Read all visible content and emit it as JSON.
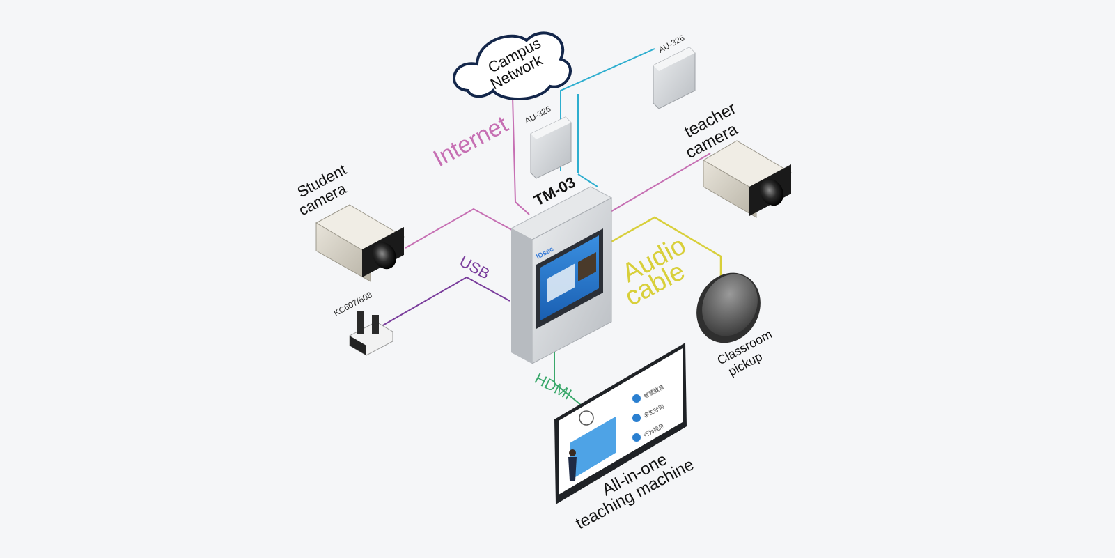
{
  "diagram": {
    "center_device": {
      "label": "TM-03",
      "brand": "IDsec"
    },
    "cloud": {
      "line1": "Campus",
      "line2": "Network"
    },
    "speakers": [
      {
        "model": "AU-326"
      },
      {
        "model": "AU-326"
      }
    ],
    "student_camera": {
      "line1": "Student",
      "line2": "camera"
    },
    "teacher_camera": {
      "line1": "teacher",
      "line2": "camera"
    },
    "usb_device": {
      "model": "KC607/608"
    },
    "pickup": {
      "line1": "Classroom",
      "line2": "pickup"
    },
    "display": {
      "line1": "All-in-one",
      "line2": "teaching machine",
      "menu": [
        "智慧教育",
        "学生守则",
        "行为规范"
      ]
    },
    "connections": {
      "internet": "Internet",
      "usb": "USB",
      "audio_line1": "Audio",
      "audio_line2": "cable",
      "hdmi": "HDMI"
    },
    "colors": {
      "internet": "#c66fb3",
      "speaker_line": "#2eaecf",
      "usb": "#7a3d9c",
      "audio": "#d8cf3a",
      "hdmi": "#3aa86b",
      "background": "#f5f6f8"
    }
  }
}
